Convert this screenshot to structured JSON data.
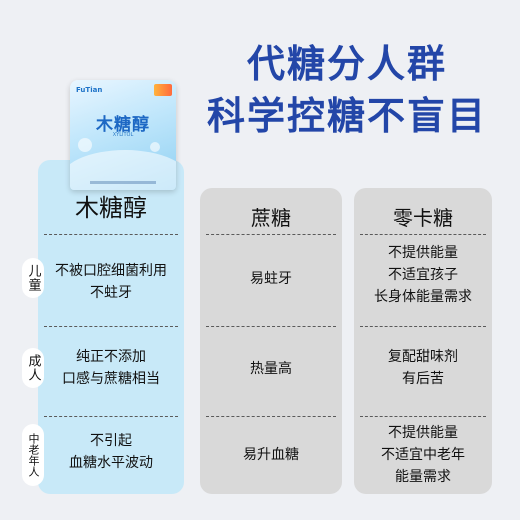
{
  "headline": {
    "line1": "代糖分人群",
    "line2": "科学控糖不盲目"
  },
  "product": {
    "brand": "FuTian",
    "name": "木糖醇",
    "subtitle": "XYLITOL"
  },
  "row_labels": [
    "儿童",
    "成人",
    "中老年人"
  ],
  "columns": [
    {
      "title": "木糖醇",
      "rows": [
        [
          "不被口腔细菌利用",
          "不蛀牙"
        ],
        [
          "纯正不添加",
          "口感与蔗糖相当"
        ],
        [
          "不引起",
          "血糖水平波动"
        ]
      ]
    },
    {
      "title": "蔗糖",
      "rows": [
        [
          "易蛀牙"
        ],
        [
          "热量高"
        ],
        [
          "易升血糖"
        ]
      ]
    },
    {
      "title": "零卡糖",
      "rows": [
        [
          "不提供能量",
          "不适宜孩子",
          "长身体能量需求"
        ],
        [
          "复配甜味剂",
          "有后苦"
        ],
        [
          "不提供能量",
          "不适宜中老年",
          "能量需求"
        ]
      ]
    }
  ],
  "colors": {
    "headline": "#2346a8",
    "xylitol_column": "#c8e9f8",
    "other_columns": "#d9d9d9",
    "background": "#eef0f4"
  }
}
